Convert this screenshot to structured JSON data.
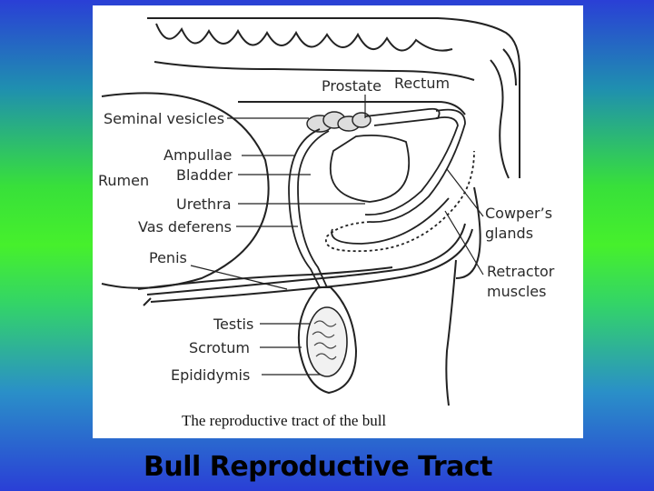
{
  "slide": {
    "title": "Bull Reproductive Tract"
  },
  "diagram": {
    "caption": "The reproductive tract of the bull",
    "labels": {
      "prostate": "Prostate",
      "rectum": "Rectum",
      "seminal_vesicles": "Seminal vesicles",
      "ampullae": "Ampullae",
      "bladder": "Bladder",
      "rumen": "Rumen",
      "urethra": "Urethra",
      "vas_deferens": "Vas deferens",
      "penis": "Penis",
      "testis": "Testis",
      "scrotum": "Scrotum",
      "epididymis": "Epididymis",
      "cowpers_glands_line1": "Cowper’s",
      "cowpers_glands_line2": "glands",
      "retractor_muscles_line1": "Retractor",
      "retractor_muscles_line2": "muscles"
    }
  }
}
